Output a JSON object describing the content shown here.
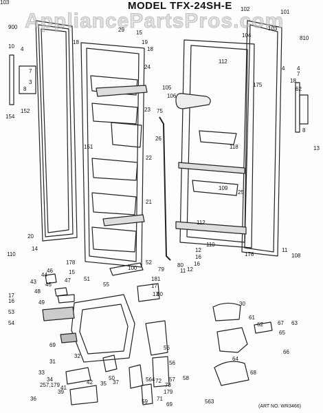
{
  "title": "MODEL TFX-24SH-E",
  "watermark": "AppliancePartsPros.com",
  "art_number": "(ART NO. WR3466)",
  "part_labels": [
    "900",
    "10",
    "4",
    "7",
    "3",
    "8",
    "152",
    "154",
    "18",
    "29",
    "15",
    "19",
    "18",
    "102",
    "101",
    "103",
    "104",
    "810",
    "4",
    "7",
    "62",
    "18",
    "175",
    "4",
    "8",
    "13",
    "24",
    "23",
    "22",
    "21",
    "151",
    "75",
    "26",
    "105",
    "106",
    "118",
    "109",
    "25",
    "112",
    "112",
    "20",
    "14",
    "110",
    "178",
    "79",
    "100",
    "15",
    "43",
    "44",
    "45",
    "46",
    "47",
    "48",
    "49",
    "51",
    "52",
    "80",
    "11",
    "16",
    "12",
    "181",
    "17",
    "13",
    "17",
    "16",
    "53",
    "54",
    "55",
    "56",
    "60",
    "30",
    "61",
    "62",
    "67",
    "63",
    "65",
    "66",
    "64",
    "68",
    "69",
    "31",
    "32",
    "33",
    "34",
    "257,179",
    "36",
    "41",
    "42",
    "39",
    "37",
    "35",
    "50",
    "564",
    "56",
    "58",
    "57",
    "59",
    "71",
    "72",
    "73",
    "179",
    "69",
    "563",
    "110",
    "178",
    "108",
    "16",
    "12",
    "11",
    "103"
  ]
}
